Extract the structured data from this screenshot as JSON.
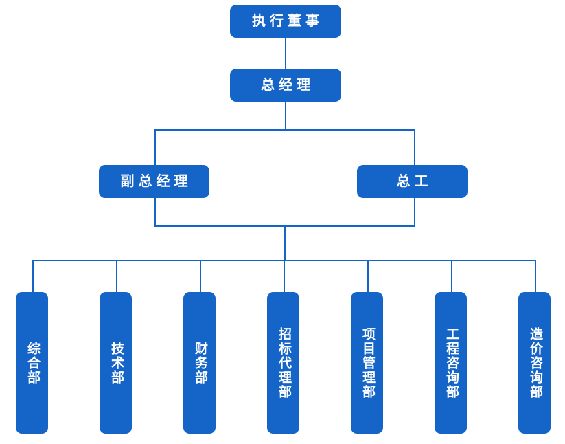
{
  "chart_data": {
    "type": "diagram",
    "subtype": "organization-chart",
    "title": "",
    "orientation": "top-down",
    "accent_color": "#1565C8",
    "text_color": "#FFFFFF",
    "background_color": "#FFFFFF",
    "levels": [
      {
        "level": 1,
        "nodes": [
          "执行董事"
        ]
      },
      {
        "level": 2,
        "nodes": [
          "总经理"
        ]
      },
      {
        "level": 3,
        "nodes": [
          "副总经理",
          "总工"
        ]
      },
      {
        "level": 4,
        "nodes": [
          "综合部",
          "技术部",
          "财务部",
          "招标代理部",
          "项目管理部",
          "工程咨询部",
          "造价咨询部"
        ]
      }
    ],
    "edges": [
      {
        "from": "执行董事",
        "to": "总经理"
      },
      {
        "from": "总经理",
        "to": "副总经理"
      },
      {
        "from": "总经理",
        "to": "总工"
      },
      {
        "from": "副总经理",
        "to": "综合部"
      },
      {
        "from": "副总经理",
        "to": "技术部"
      },
      {
        "from": "副总经理",
        "to": "财务部"
      },
      {
        "from": "副总经理",
        "to": "招标代理部"
      },
      {
        "from": "副总经理",
        "to": "项目管理部"
      },
      {
        "from": "副总经理",
        "to": "工程咨询部"
      },
      {
        "from": "副总经理",
        "to": "造价咨询部"
      }
    ]
  },
  "org": {
    "executive_director": "执行董事",
    "general_manager": "总经理",
    "deputy_general_manager": "副总经理",
    "chief_engineer": "总工",
    "departments": [
      "综合部",
      "技术部",
      "财务部",
      "招标代理部",
      "项目管理部",
      "工程咨询部",
      "造价咨询部"
    ]
  }
}
